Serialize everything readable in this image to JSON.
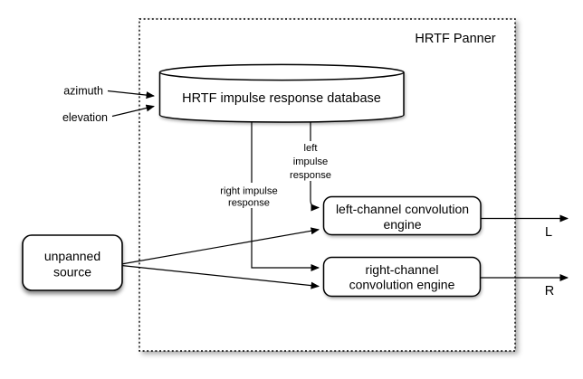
{
  "title": "HRTF Panner",
  "database": {
    "label": "HRTF impulse response database"
  },
  "inputs": {
    "azimuth": "azimuth",
    "elevation": "elevation"
  },
  "signal_labels": {
    "left_impulse": {
      "lines": [
        "left",
        "impulse",
        "response"
      ]
    },
    "right_impulse": {
      "lines": [
        "right impulse",
        "response"
      ]
    }
  },
  "nodes": {
    "unpanned_source": {
      "lines": [
        "unpanned",
        "source"
      ]
    },
    "left_engine": {
      "lines": [
        "left-channel convolution",
        "engine"
      ]
    },
    "right_engine": {
      "lines": [
        "right-channel",
        "convolution engine"
      ]
    }
  },
  "outputs": {
    "left": "L",
    "right": "R"
  },
  "colors": {
    "stroke": "#000000",
    "background": "#ffffff"
  }
}
